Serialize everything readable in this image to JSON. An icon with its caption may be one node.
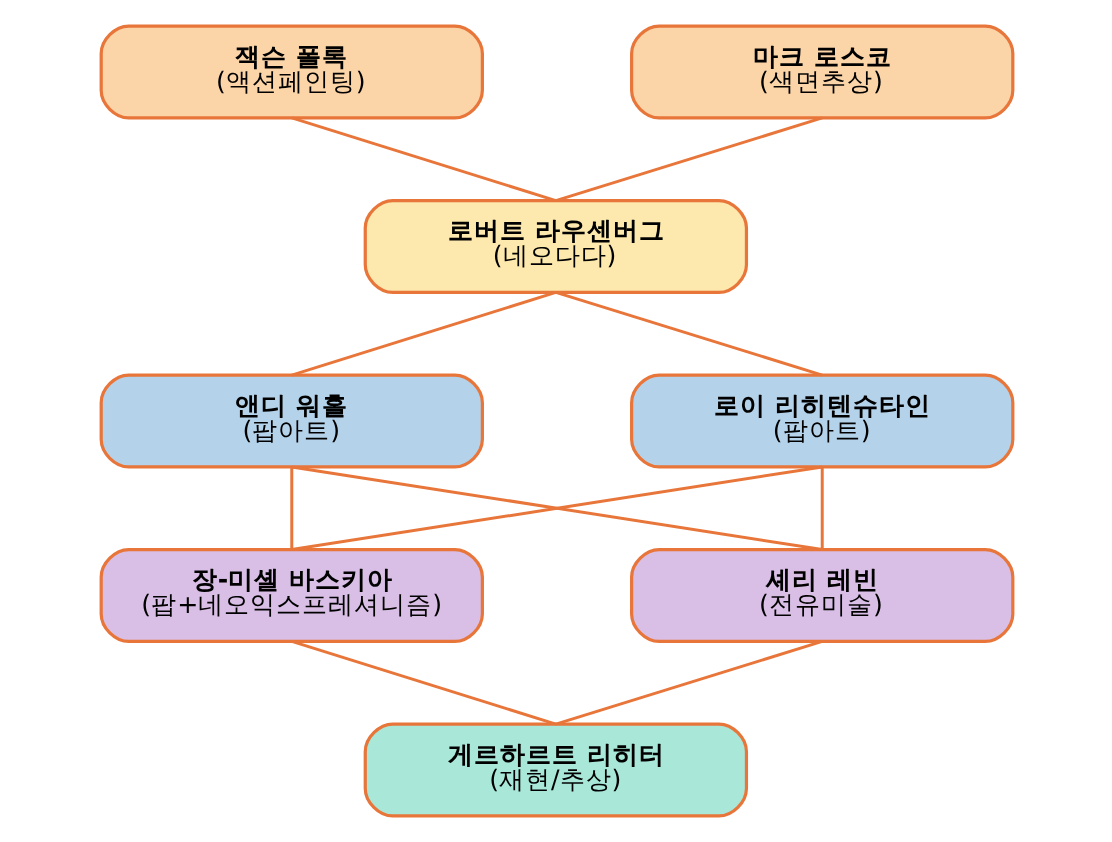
{
  "diagram": {
    "nodes": [
      {
        "text": [
          "잭슨 폴록",
          "(액션페인팅)"
        ]
      },
      {
        "text": [
          "마크 로스코",
          "(색면추상)"
        ]
      },
      {
        "text": [
          "로버트 라우센버그",
          "(네오다다)"
        ]
      },
      {
        "text": [
          "앤디 워홀",
          "(팝아트)"
        ]
      },
      {
        "text": [
          "로이 리히텐슈타인",
          "(팝아트)"
        ]
      },
      {
        "text": [
          "장-미셸 바스키아",
          "(팝+네오익스프레셔니즘)"
        ]
      },
      {
        "text": [
          "셰리 레빈",
          "(전유미술)"
        ]
      },
      {
        "text": [
          "게르하르트 리히터",
          "(재현/추상)"
        ]
      }
    ],
    "edges": [
      {
        "from": 0,
        "to": 2,
        "arrow": "none"
      },
      {
        "from": 1,
        "to": 2,
        "arrow": "none"
      },
      {
        "from": 2,
        "to": 3,
        "arrow": "none"
      },
      {
        "from": 2,
        "to": 4,
        "arrow": "none"
      },
      {
        "from": 3,
        "to": 5,
        "arrow": "none"
      },
      {
        "from": 3,
        "to": 6,
        "arrow": "none"
      },
      {
        "from": 4,
        "to": 5,
        "arrow": "none"
      },
      {
        "from": 4,
        "to": 6,
        "arrow": "none"
      },
      {
        "from": 5,
        "to": 7,
        "arrow": "none"
      },
      {
        "from": 6,
        "to": 7,
        "arrow": "none"
      }
    ]
  }
}
